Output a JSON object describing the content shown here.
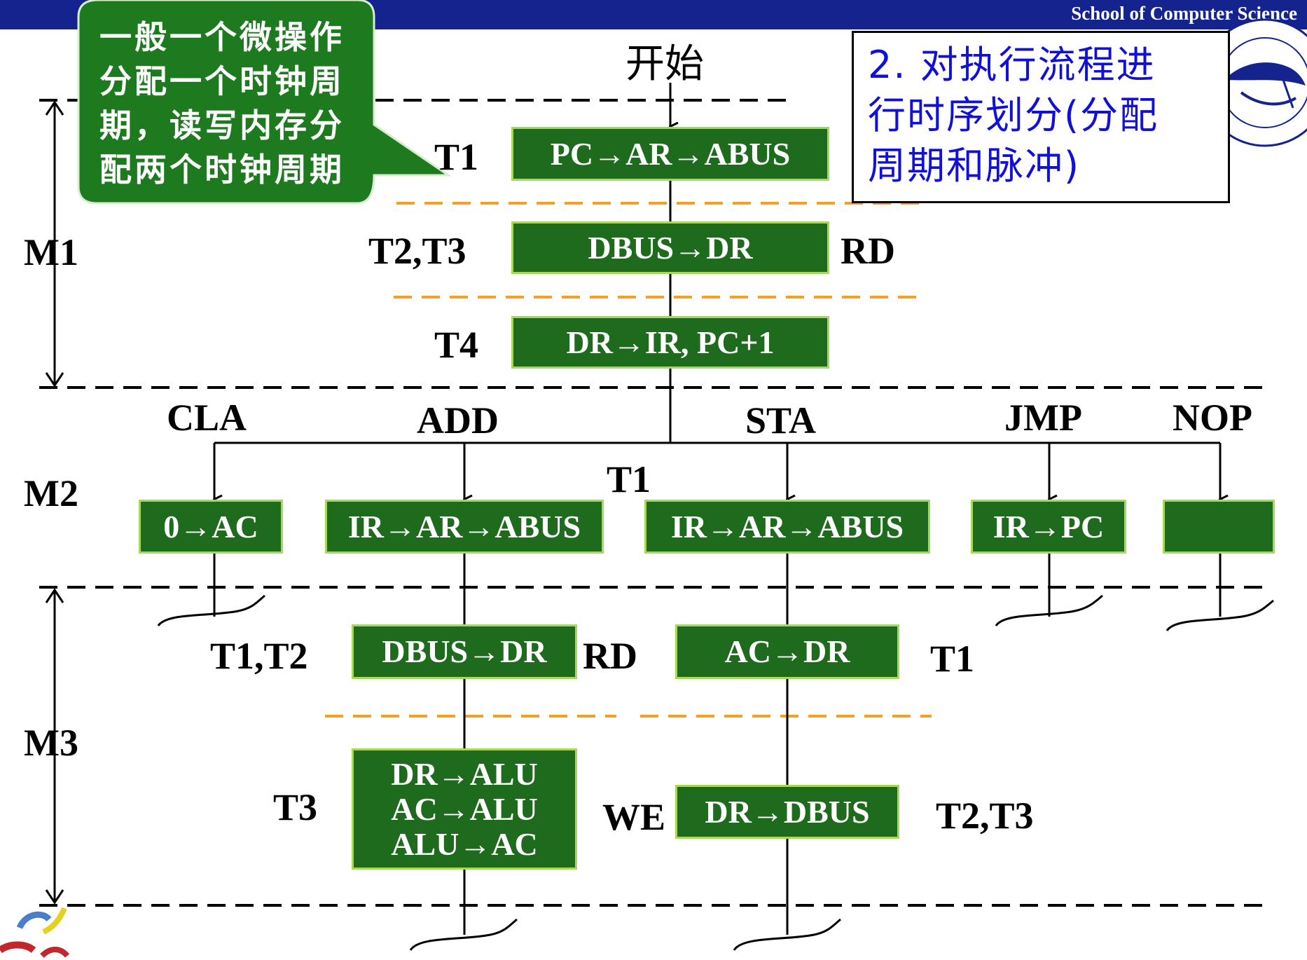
{
  "header": {
    "school": "School of Computer Science",
    "bar_color": "#14238e"
  },
  "callout": {
    "lines": [
      "一般一个微操作",
      "分配一个时钟周",
      "期，读写内存分",
      "配两个时钟周期"
    ],
    "color": "#1e7a1e"
  },
  "note": {
    "lines": [
      "2. 对执行流程进",
      "行时序划分(分配",
      "周期和脉冲)"
    ],
    "text_color": "#1010d8"
  },
  "start_label": "开始",
  "cycles": {
    "m1": "M1",
    "m2": "M2",
    "m3": "M3"
  },
  "fetch": {
    "t1_label": "T1",
    "box1": "PC→AR→ABUS",
    "t23_label": "T2,T3",
    "box2": "DBUS→DR",
    "rd_label": "RD",
    "t4_label": "T4",
    "box3": "DR→IR, PC+1"
  },
  "instructions": {
    "cla": "CLA",
    "add": "ADD",
    "sta": "STA",
    "jmp": "JMP",
    "nop": "NOP"
  },
  "m2": {
    "t1_label": "T1",
    "cla_box": "0→AC",
    "add_box": "IR→AR→ABUS",
    "sta_box": "IR→AR→ABUS",
    "jmp_box": "IR→PC",
    "nop_box": ""
  },
  "m3": {
    "add_t12_label": "T1,T2",
    "add_box1": "DBUS→DR",
    "add_rd_label": "RD",
    "add_t3_label": "T3",
    "add_box2_lines": [
      "DR→ALU",
      "AC→ALU",
      "ALU→AC"
    ],
    "sta_box1": "AC→DR",
    "sta_t1_label": "T1",
    "sta_we_label": "WE",
    "sta_box2": "DR→DBUS",
    "sta_t23_label": "T2,T3"
  },
  "colors": {
    "box_fill": "#1e6b1e",
    "box_border": "#a8d858",
    "orange_dash": "#f5a020"
  }
}
